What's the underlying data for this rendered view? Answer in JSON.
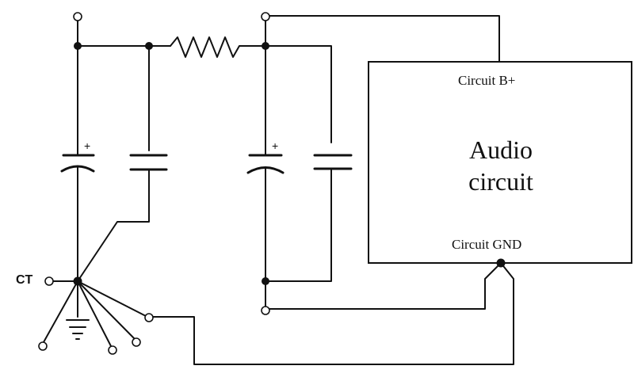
{
  "diagram": {
    "box": {
      "top_pin_label": "Circuit B+",
      "bottom_pin_label": "Circuit GND",
      "title_line1": "Audio",
      "title_line2": "circuit"
    },
    "ct_label": "CT",
    "polarity_mark": "+"
  },
  "colors": {
    "ink": "#111111",
    "paper": "#ffffff"
  }
}
